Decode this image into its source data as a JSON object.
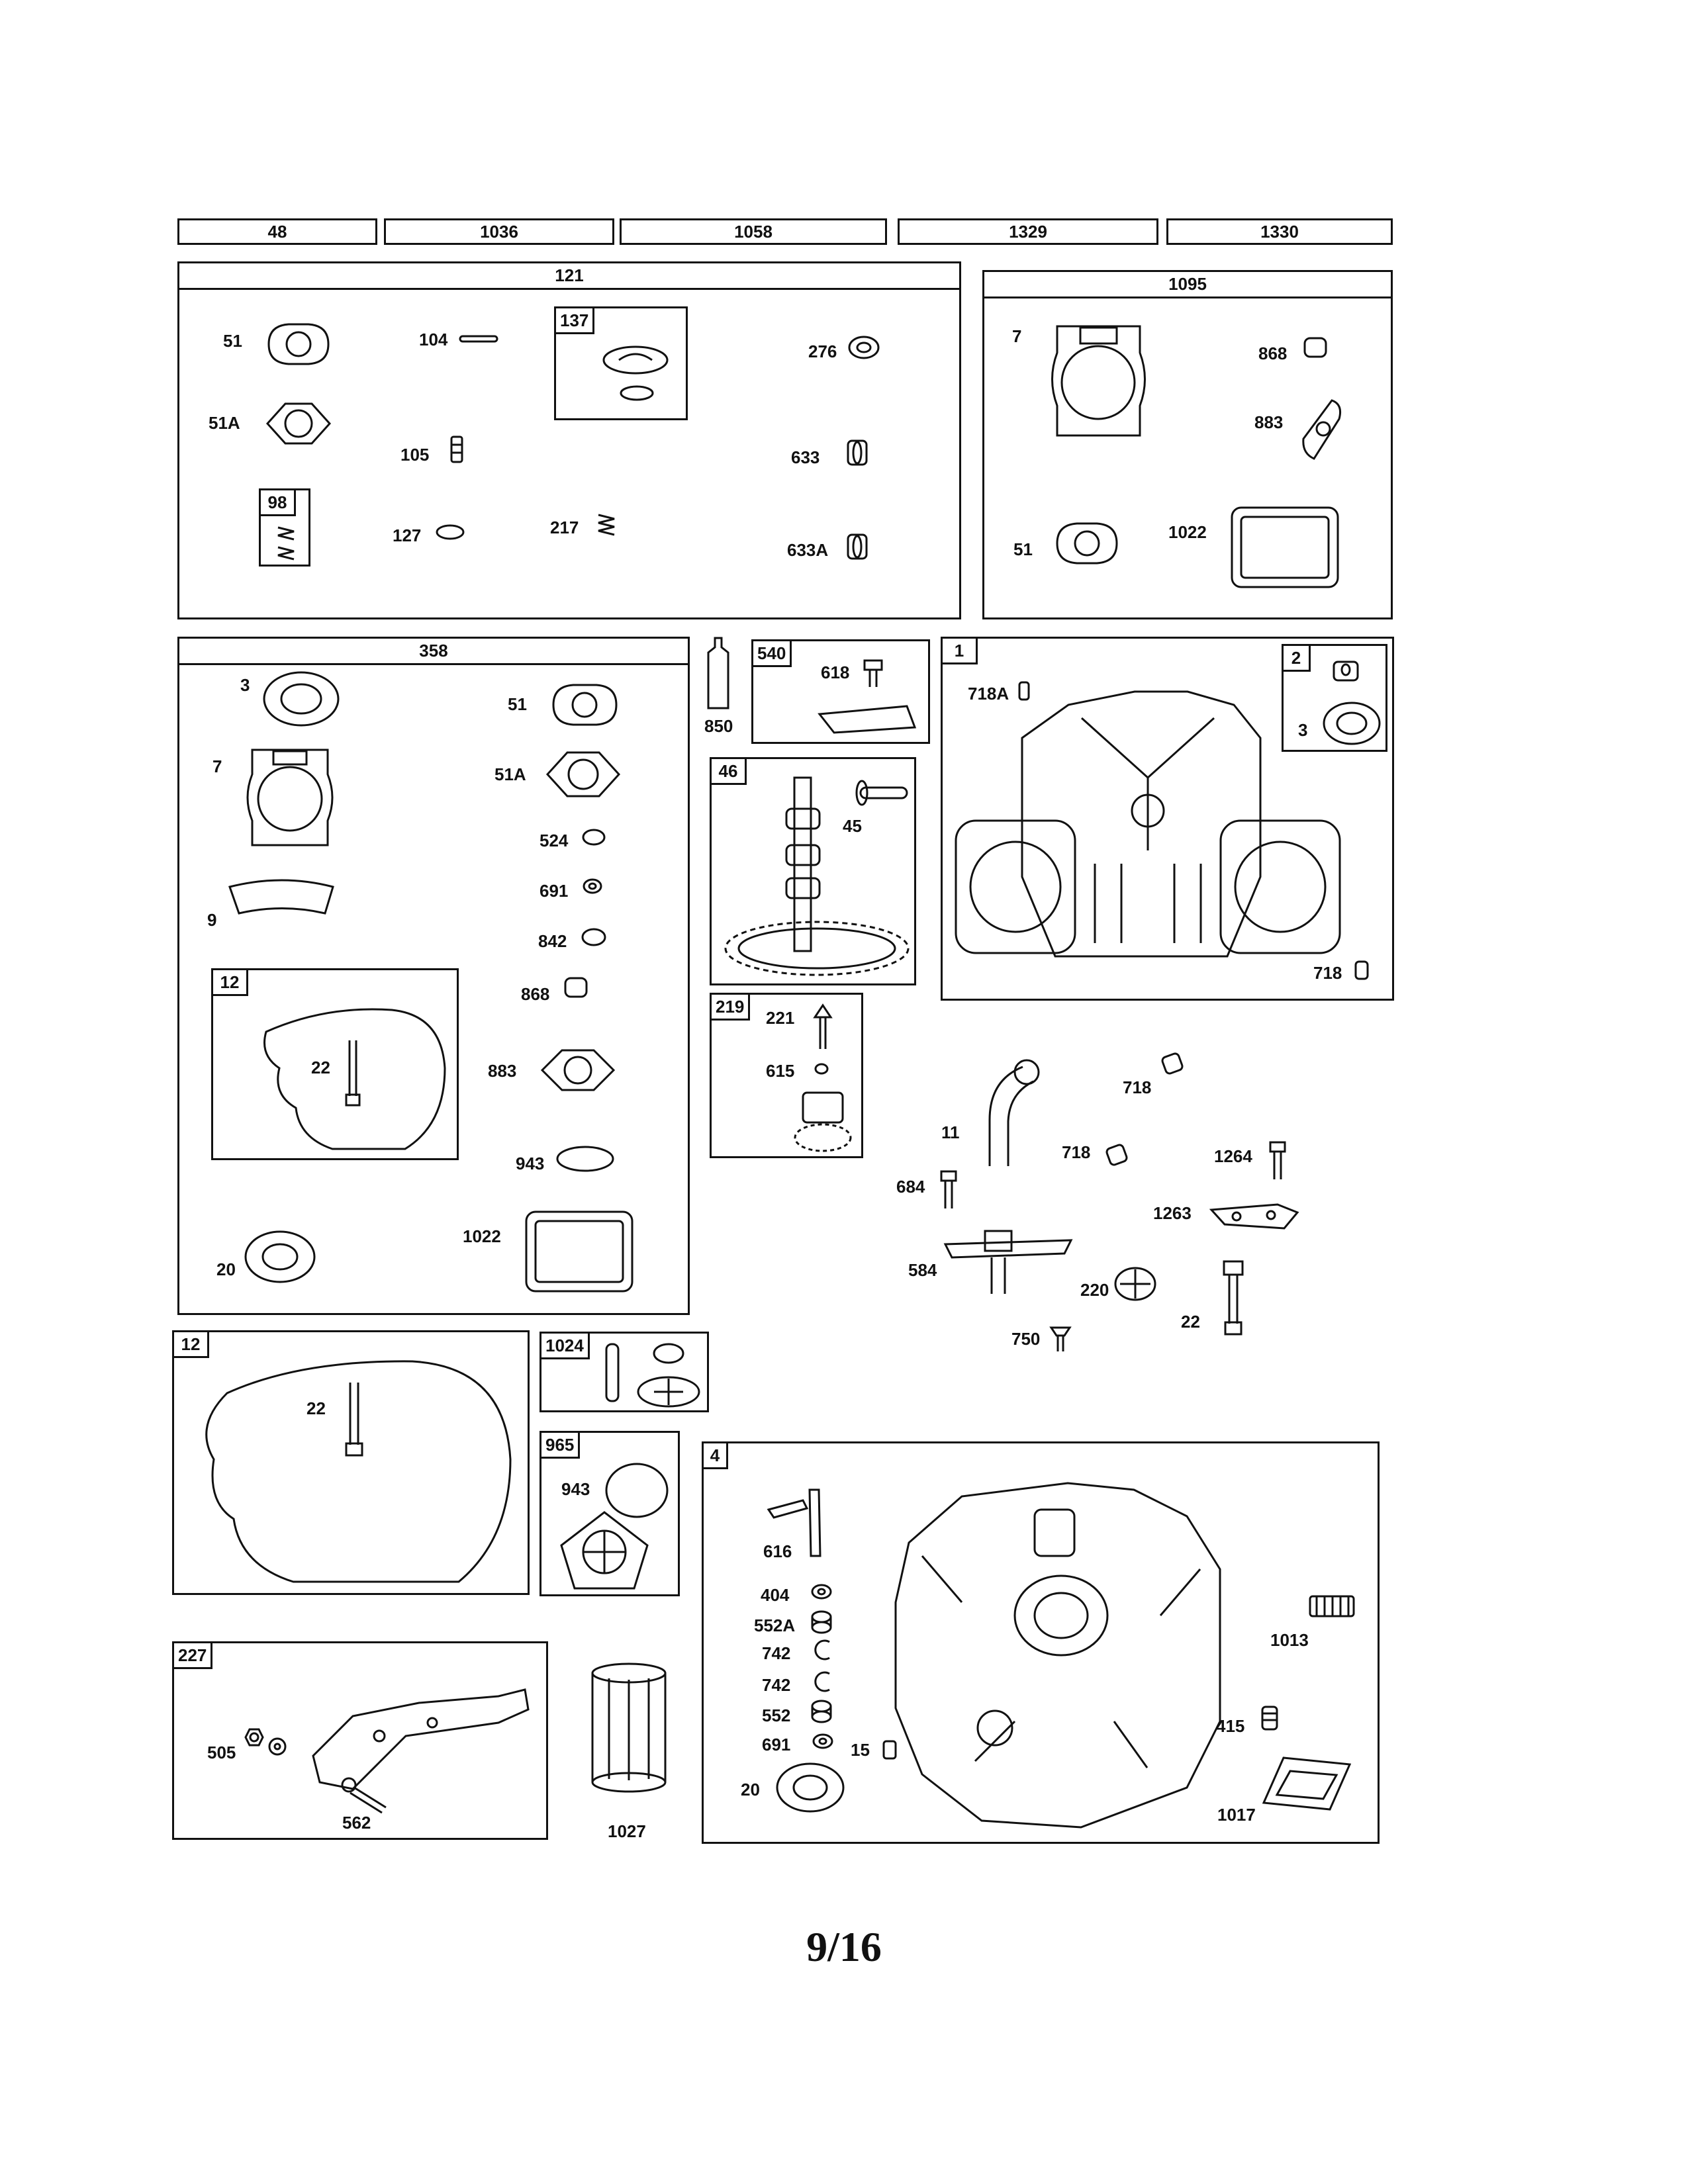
{
  "top_row": [
    "48",
    "1036",
    "1058",
    "1329",
    "1330"
  ],
  "groups": {
    "g121": {
      "title": "121",
      "labels": {
        "a": "51",
        "b": "51A",
        "c": "104",
        "d": "105",
        "e": "127",
        "f": "217",
        "g": "276",
        "h": "633",
        "i": "633A"
      },
      "sub137": "137",
      "sub98": "98"
    },
    "g1095": {
      "title": "1095",
      "labels": {
        "a": "7",
        "b": "868",
        "c": "883",
        "d": "51",
        "e": "1022"
      }
    },
    "g358": {
      "title": "358",
      "labels": {
        "a": "3",
        "b": "7",
        "c": "9",
        "d": "20",
        "e": "51",
        "f": "51A",
        "g": "524",
        "h": "691",
        "i": "842",
        "j": "868",
        "k": "883",
        "l": "943",
        "m": "1022"
      },
      "sub12": "12",
      "sub12_label": "22"
    },
    "g540": {
      "tag": "540",
      "label": "618"
    },
    "g46": {
      "tag": "46",
      "label": "45"
    },
    "g219": {
      "tag": "219",
      "labels": {
        "a": "221",
        "b": "615"
      }
    },
    "g1": {
      "tag": "1",
      "labels": {
        "a": "718A",
        "b": "718"
      },
      "sub2": "2",
      "sub2_label": "3"
    },
    "g12b": {
      "tag": "12",
      "label": "22"
    },
    "g1024": {
      "tag": "1024"
    },
    "g965": {
      "tag": "965",
      "label": "943"
    },
    "g227": {
      "tag": "227",
      "labels": {
        "a": "505",
        "b": "562"
      }
    },
    "g4": {
      "tag": "4",
      "labels": {
        "a": "616",
        "b": "404",
        "c": "552A",
        "d": "742",
        "e": "742",
        "f": "552",
        "g": "691",
        "h": "15",
        "i": "20",
        "j": "1013",
        "k": "415",
        "l": "1017"
      }
    }
  },
  "loose": {
    "p850": "850",
    "p1027": "1027",
    "p718a": "718",
    "p11": "11",
    "p718b": "718",
    "p1264": "1264",
    "p684": "684",
    "p1263": "1263",
    "p584": "584",
    "p220": "220",
    "p22": "22",
    "p750": "750"
  },
  "page": "9/16"
}
